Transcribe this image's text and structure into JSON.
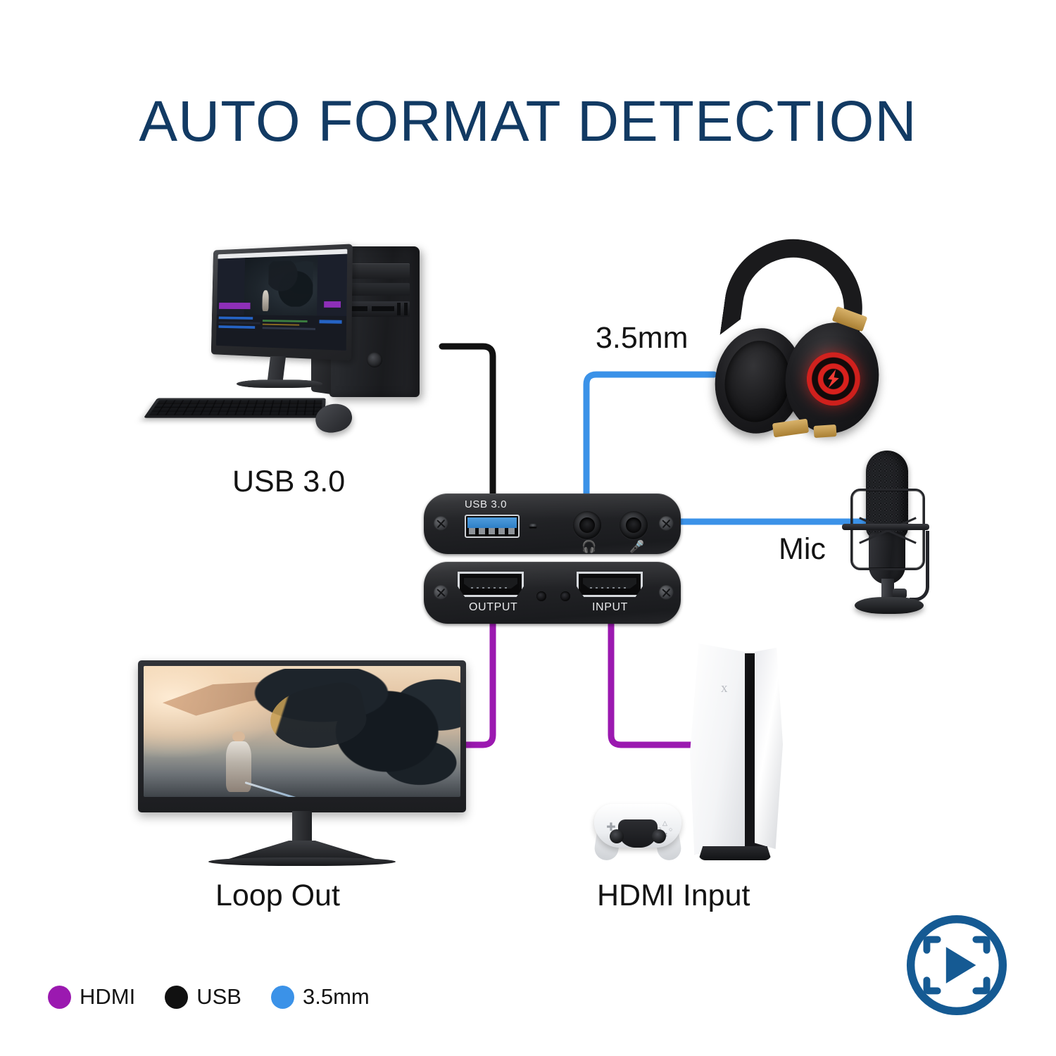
{
  "page": {
    "title": "AUTO FORMAT DETECTION",
    "title_color": "#123A63",
    "background": "#FFFFFF"
  },
  "colors": {
    "hdmi": "#9B19B0",
    "usb": "#111111",
    "audio_3_5mm": "#3B92E8",
    "logo": "#155A93",
    "label_text": "#131313"
  },
  "labels": {
    "usb_pc": "USB 3.0",
    "audio_headphones": "3.5mm",
    "mic": "Mic",
    "loop_out": "Loop Out",
    "hdmi_input": "HDMI Input"
  },
  "capture_card": {
    "top_panel": {
      "usb_label": "USB 3.0",
      "ports": [
        {
          "name": "usb-a-port",
          "type": "USB 3.0",
          "color": "#3B92E8"
        },
        {
          "name": "status-led",
          "type": "LED"
        },
        {
          "name": "headphone-jack",
          "type": "3.5mm",
          "icon": "headphone-icon"
        },
        {
          "name": "microphone-jack",
          "type": "3.5mm",
          "icon": "microphone-icon"
        }
      ]
    },
    "bottom_panel": {
      "output_label": "OUTPUT",
      "input_label": "INPUT",
      "ports": [
        {
          "name": "hdmi-output-port",
          "type": "HDMI"
        },
        {
          "name": "hdmi-input-port",
          "type": "HDMI"
        }
      ]
    }
  },
  "devices": [
    {
      "name": "desktop-computer",
      "label": "USB 3.0",
      "connection": "USB"
    },
    {
      "name": "gaming-headphones",
      "label": "3.5mm",
      "connection": "3.5mm"
    },
    {
      "name": "condenser-microphone",
      "label": "Mic",
      "connection": "3.5mm"
    },
    {
      "name": "ultrawide-monitor",
      "label": "Loop Out",
      "connection": "HDMI"
    },
    {
      "name": "game-console",
      "label": "HDMI Input",
      "connection": "HDMI"
    }
  ],
  "legend": {
    "items": [
      {
        "label": "HDMI",
        "color": "#9B19B0"
      },
      {
        "label": "USB",
        "color": "#111111"
      },
      {
        "label": "3.5mm",
        "color": "#3B92E8"
      }
    ]
  },
  "logo": {
    "name": "capture-play-logo",
    "color": "#155A93"
  }
}
